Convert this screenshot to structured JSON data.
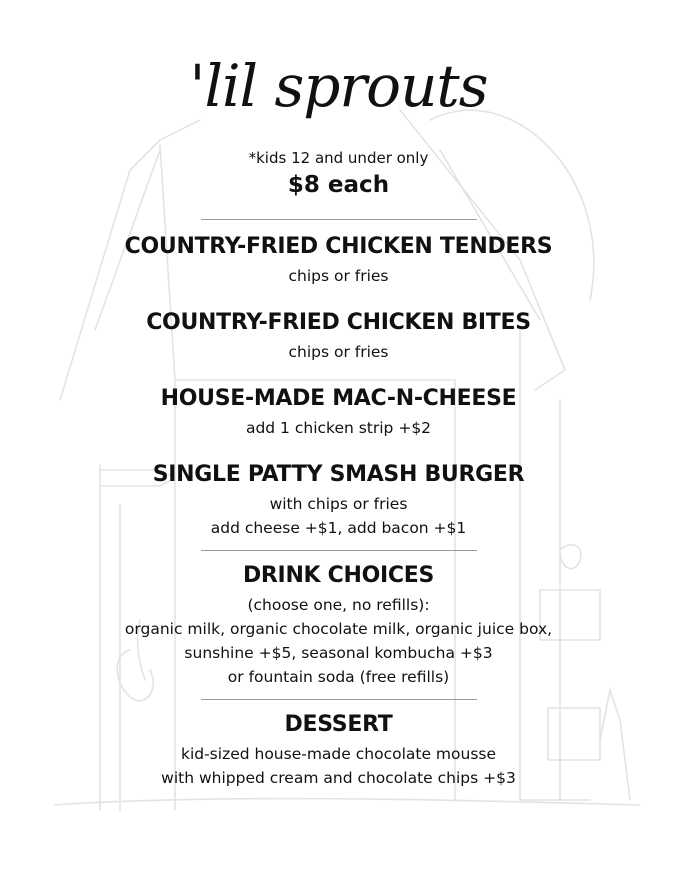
{
  "title": "'lil sprouts",
  "note": "*kids 12 and under only",
  "price": "$8 each",
  "items": [
    {
      "name": "COUNTRY-FRIED CHICKEN TENDERS",
      "lines": [
        "chips or fries"
      ]
    },
    {
      "name": "COUNTRY-FRIED CHICKEN BITES",
      "lines": [
        "chips or fries"
      ]
    },
    {
      "name": "HOUSE-MADE MAC-N-CHEESE",
      "lines": [
        "add 1 chicken strip +$2"
      ]
    },
    {
      "name": "SINGLE PATTY SMASH BURGER",
      "lines": [
        "with chips or fries",
        "add cheese +$1, add bacon +$1"
      ]
    }
  ],
  "drinks": {
    "name": "DRINK CHOICES",
    "lines": [
      "(choose one, no refills):",
      "organic milk, organic chocolate milk, organic juice box,",
      "sunshine +$5, seasonal kombucha +$3",
      "or fountain soda (free refills)"
    ]
  },
  "dessert": {
    "name": "DESSERT",
    "lines": [
      "kid-sized house-made chocolate mousse",
      "with whipped cream and chocolate chips +$3"
    ]
  }
}
